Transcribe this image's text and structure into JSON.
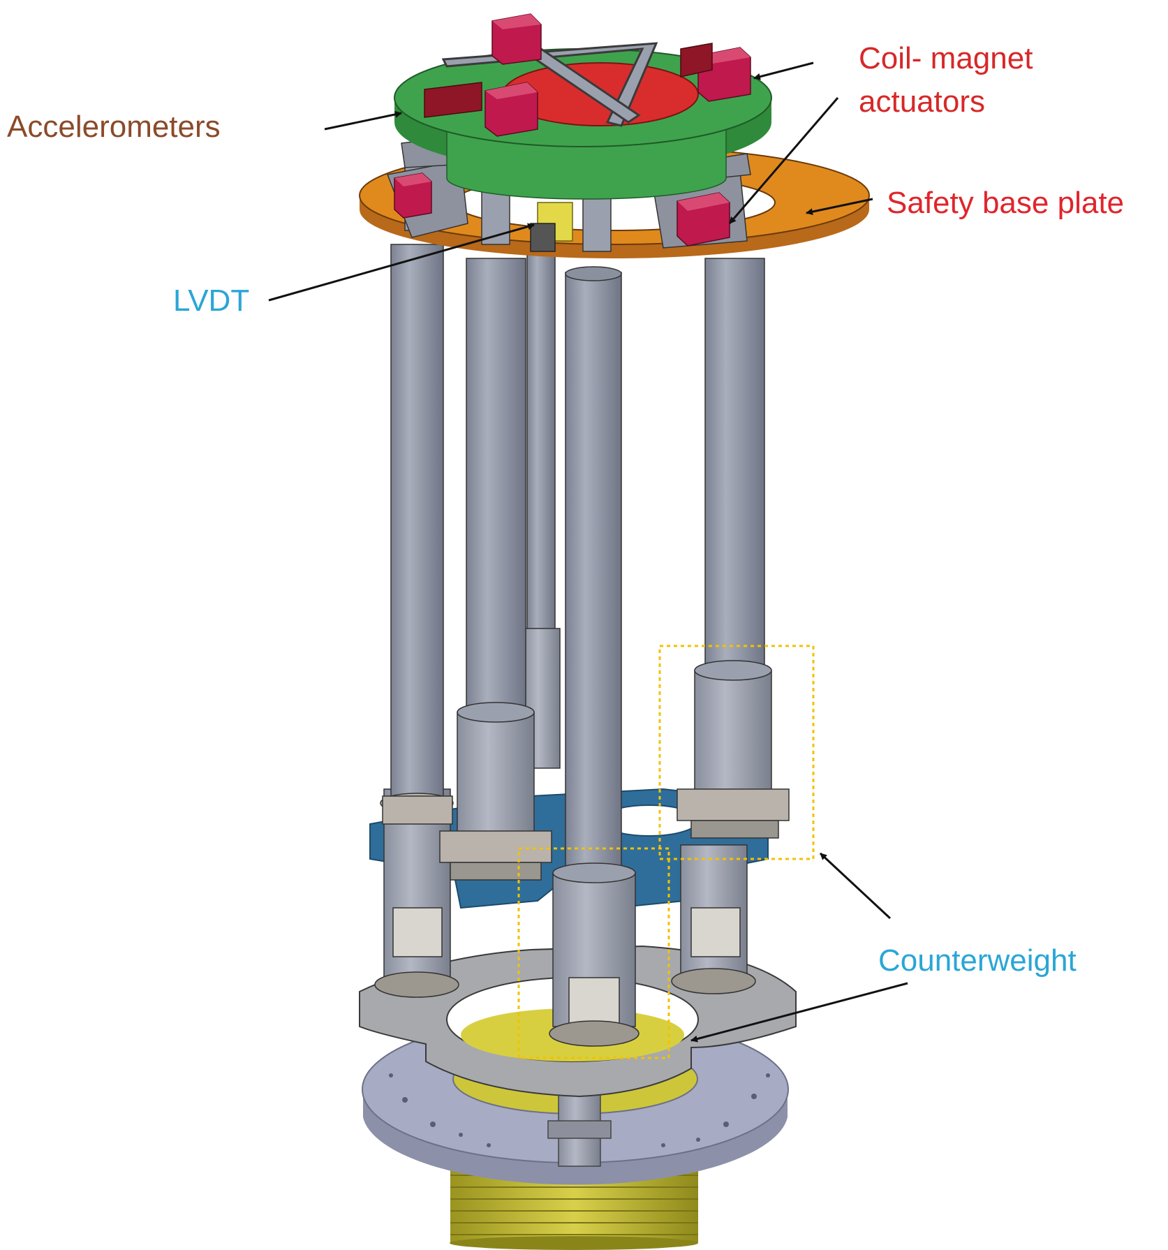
{
  "labels": {
    "accelerometers": "Accelerometers",
    "coil_magnet_line1": "Coil- magnet",
    "coil_magnet_line2": "actuators",
    "safety_base_plate": "Safety base plate",
    "lvdt": "LVDT",
    "counterweight": "Counterweight"
  },
  "colors": {
    "accelerometers_label": "#8B4A2A",
    "actuator_label": "#D62828",
    "sensor_label": "#2AA6D6",
    "top_plate": "#3FA34D",
    "safety_plate": "#E08A1E",
    "actuator_block": "#C0194E",
    "column": "#9096A6",
    "counterweight": "#2F6E9A",
    "base_ring": "#A7ABC4",
    "base_cylinder": "#CDC63A"
  }
}
